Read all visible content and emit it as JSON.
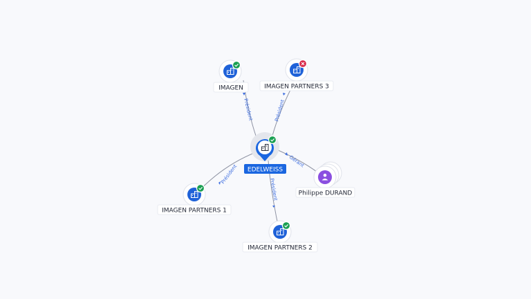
{
  "nodes": {
    "center": {
      "label": "EDELWEISS",
      "status": "active"
    },
    "imagen": {
      "label": "IMAGEN",
      "status": "active"
    },
    "imagen_partners_3": {
      "label": "IMAGEN PARTNERS 3",
      "status": "closed"
    },
    "imagen_partners_1": {
      "label": "IMAGEN PARTNERS 1",
      "status": "active"
    },
    "imagen_partners_2": {
      "label": "IMAGEN PARTNERS 2",
      "status": "active"
    },
    "philippe_durand": {
      "label": "Philippe DURAND"
    }
  },
  "edges": {
    "to_imagen": "Président",
    "to_imagen_partners_3": "Président",
    "to_imagen_partners_1": "Président",
    "to_imagen_partners_2": "Président",
    "from_philippe_durand": "Gérant"
  },
  "colors": {
    "company_node": "#1f62d8",
    "person_node": "#8b4fe0",
    "status_active": "#1a9f52",
    "status_closed": "#d82a4b",
    "edge_label": "#3f6fe0"
  },
  "icons": {
    "company": "building-icon",
    "person": "person-icon",
    "active": "check-icon",
    "closed": "close-icon"
  }
}
